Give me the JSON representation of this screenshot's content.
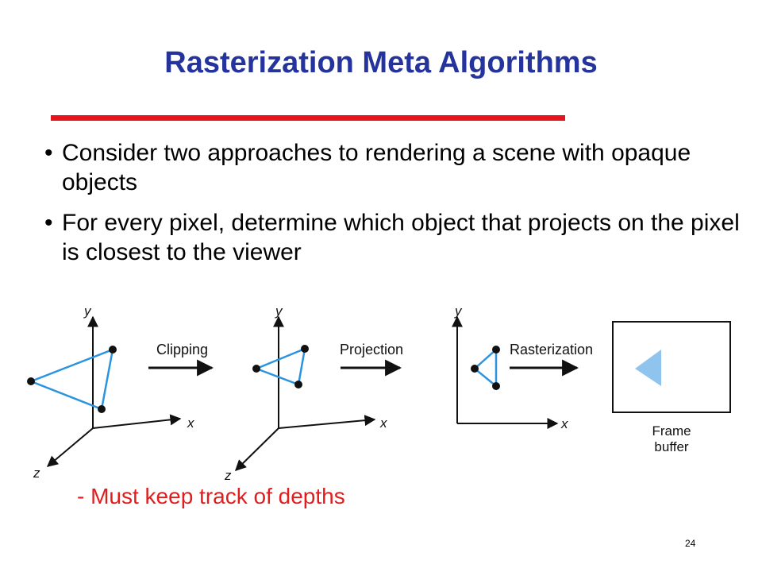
{
  "slide": {
    "title": "Rasterization Meta Algorithms",
    "bullets": [
      "Consider two approaches to rendering a scene with opaque objects",
      "For every pixel, determine which object that projects on the pixel is closest to the viewer"
    ],
    "note": "- Must keep track of depths",
    "page_number": "24"
  },
  "figure": {
    "stages": [
      "Clipping",
      "Projection",
      "Rasterization"
    ],
    "axis_labels": {
      "x": "x",
      "y": "y",
      "z": "z"
    },
    "frame_buffer_label": [
      "Frame",
      "buffer"
    ],
    "colors": {
      "edge": "#2b94e0",
      "fill": "#8fc4ef",
      "ink": "#111111"
    }
  },
  "colors": {
    "title": "#24349c",
    "rule": "#e8141b",
    "note": "#e01e1e"
  }
}
